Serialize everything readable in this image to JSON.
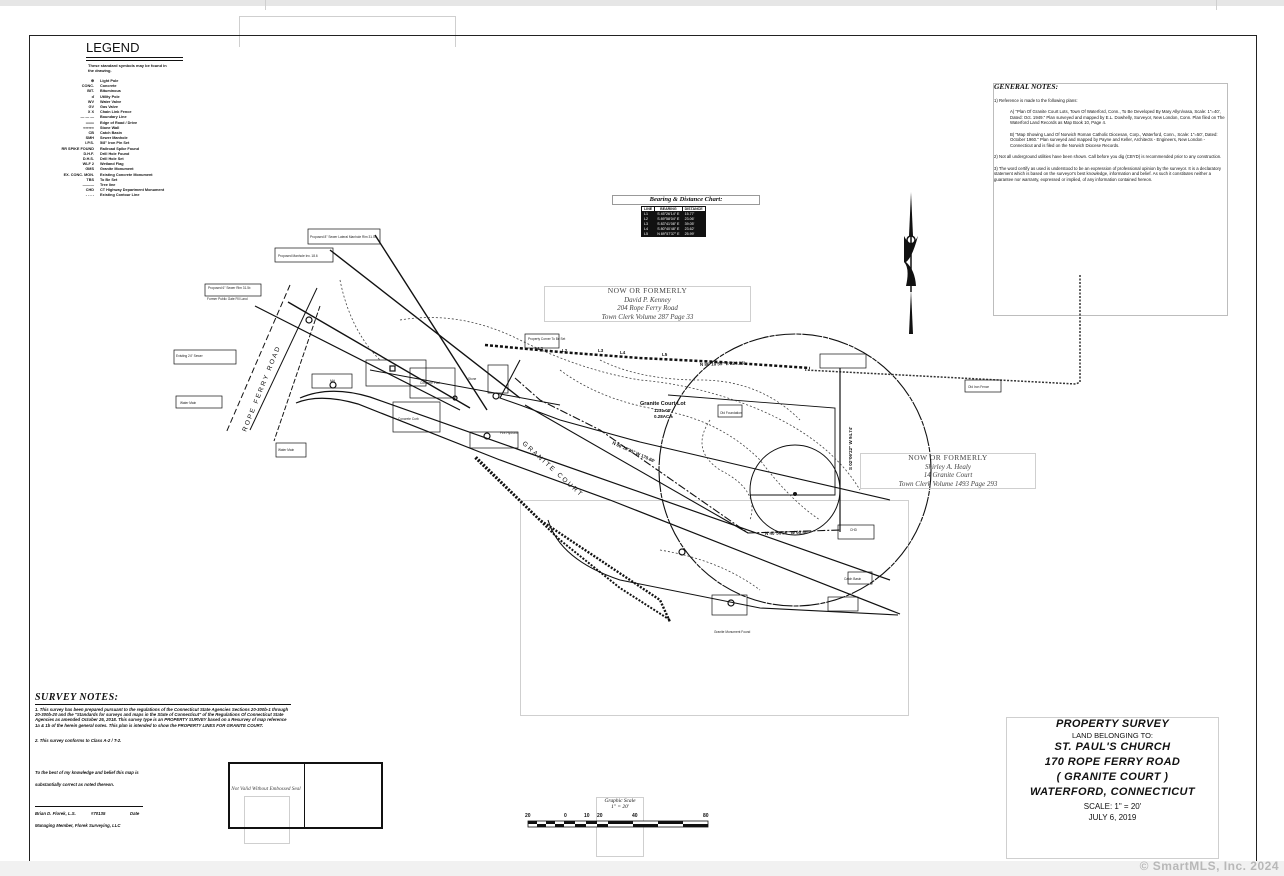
{
  "legend": {
    "title": "LEGEND",
    "intro": "These standard symbols may be found in the drawing.",
    "items": [
      {
        "symbol": "⊕",
        "label": "Light Pole"
      },
      {
        "symbol": "CONC.",
        "label": "Concrete"
      },
      {
        "symbol": "BIT.",
        "label": "Bituminous"
      },
      {
        "symbol": "ɗ",
        "label": "Utility Pole"
      },
      {
        "symbol": "WV",
        "label": "Water Valve"
      },
      {
        "symbol": "GV",
        "label": "Gas Valve"
      },
      {
        "symbol": "X X",
        "label": "Chain Link Fence"
      },
      {
        "symbol": "— — —",
        "label": "Boundary Line"
      },
      {
        "symbol": "═══",
        "label": "Edge of Road / Drive"
      },
      {
        "symbol": "∞∞∞∞",
        "label": "Stone Wall"
      },
      {
        "symbol": "CB",
        "label": "Catch Basin"
      },
      {
        "symbol": "SMH",
        "label": "Sewer Manhole"
      },
      {
        "symbol": "I.P.S.",
        "label": "5/8\" Iron Pin Set"
      },
      {
        "symbol": "RR SPIKE FOUND",
        "label": "Railroad Spike Found"
      },
      {
        "symbol": "D.H.F.",
        "label": "Drill Hole Found"
      },
      {
        "symbol": "D.H.S.",
        "label": "Drill Hole Set"
      },
      {
        "symbol": "WLF 2",
        "label": "Wetland Flag"
      },
      {
        "symbol": "GMS",
        "label": "Granite Monument"
      },
      {
        "symbol": "EX. CONC. MON.",
        "label": "Existing Concrete Monument"
      },
      {
        "symbol": "TBS",
        "label": "To Be Set"
      },
      {
        "symbol": "———",
        "label": "Tree line"
      },
      {
        "symbol": "CHD",
        "label": "CT Highway Department Monument"
      },
      {
        "symbol": "- - - -",
        "label": "Existing Contour Line"
      }
    ]
  },
  "general_notes": {
    "title": "GENERAL NOTES:",
    "note1": "1)  Reference is made to the following plans:",
    "note1a": "A)   \"Plan Of Granite Court Lots, Town Of Waterford, Conn., To Be Developed By Mary Allyn/vasa, Scale: 1\"=40', Dated: Oct. 1949.\" Plan surveyed and mapped by E.L. Dowhelly, Surveyor, New London, Conn. Plan filed on The Waterford Land Records as Map Book 10, Page 4.",
    "note1b": "B)   \"Map Showing Land Of Norwich Roman Catholic Diocesan, Corp., Waterford, Conn., Scale: 1\"=50', Dated: October 1960.\" Plan surveyed and mapped by Payne and Keller, Architects - Engineers, New London - Connecticut and is filed on the Norwich Diocese Records.",
    "note2": "2)  Not all underground utilities have been shown. Call before you dig (CBYD) is recommended prior to any construction.",
    "note3": "3)  The word certify as used is understood to be an expression of professional opinion by the surveyor. It is a declaratory statement which is based on the surveyor's best knowledge, information and belief. As such it constitutes neither a guarantee nor warranty, expressed or implied, of any information contained hereon."
  },
  "bearing_chart": {
    "title": "Bearing & Distance Chart:",
    "headers": [
      "LINE",
      "BEARING",
      "DISTANCE"
    ],
    "rows": [
      [
        "L1",
        "S 45°26'14\" E",
        "15.77'"
      ],
      [
        "L2",
        "S 89°58'04\" E",
        "23.06'"
      ],
      [
        "L3",
        "S 83°41'08\" E",
        "39.05'"
      ],
      [
        "L4",
        "S 80°40'48\" E",
        "23.62'"
      ],
      [
        "L5",
        "N 89°57'37\" E",
        "25.99'"
      ]
    ]
  },
  "owners": [
    {
      "label": "NOW OR FORMERLY",
      "name": "David P. Kenney",
      "address": "204 Rope Ferry Road",
      "ref": "Town Clerk Volume 287 Page 33"
    },
    {
      "label": "NOW OR FORMERLY",
      "name": "Shirley A. Healy",
      "address": "14 Granite Court",
      "ref": "Town Clerk Volume 1493 Page 293"
    }
  ],
  "map_labels": {
    "road1": "ROPE FERRY ROAD",
    "road2": "GRANITE COURT",
    "lot_name": "Granite Court Lot",
    "lot_area": "1231.00'",
    "lot_acres": "0.28AC ±",
    "bearing_a": "N 86°10'55\" E 224.23'",
    "bearing_b": "N 86°10'30\" W 170.66'",
    "bearing_c": "N 40°56'26\" W 60.80'",
    "bearing_d": "S 02°06'22\" W 94.74'",
    "l_marks": [
      "L1",
      "L2",
      "L3",
      "L4",
      "L5"
    ],
    "callouts": [
      "Proposed 8\" Sewer Lateral Manhole Rim 31.5±",
      "Proposed Manhole Inv. 18.6",
      "Proposed 6\" Sewer Rim 31.5±",
      "Former Public Gate Fill Land",
      "Existing 24\" Sewer",
      "Water Main",
      "Stone",
      "Concrete Pad",
      "Concrete Curb",
      "Property Corner To Be Set",
      "Old Iron Fence",
      "Old Foundation",
      "Catch Basin",
      "Granite Monument Found",
      "Water Main",
      "Fire Hydrant",
      "MH",
      "CHD"
    ]
  },
  "survey_notes": {
    "title": "SURVEY NOTES:",
    "n1": "1.  This survey has been prepared pursuant to the regulations of the Connecticut State Agencies Sections 20-300b-1 through 20-300b-20 and the \"Standards for surveys and maps in the State of Connecticut\" of the Regulations Of Connecticut State Agencies as amended October 26, 2018. This survey type is an PROPERTY SURVEY based on a  Resurvey of map reference 1a & 1b of the herein general notes. This plan is intended to show the PROPERTY LINES FOR GRANITE COURT.",
    "n2": "2.  This survey conforms to Class A-2 / T-2."
  },
  "certification": {
    "line1": "To the best of my knowledge and belief this map is",
    "line2": "substantially correct as noted thereon.",
    "name": "Brian D. Florek, L.S.",
    "license": "#70135",
    "date_label": "Date",
    "company": "Managing Member, Florek Surveying, LLC"
  },
  "seal": {
    "text": "Not Valid Without Embossed Seal"
  },
  "title_block": {
    "title": "PROPERTY SURVEY",
    "sub": "LAND  BELONGING  TO:",
    "l1": "ST. PAUL'S CHURCH",
    "l2": "170 ROPE FERRY ROAD",
    "l3": "( GRANITE COURT )",
    "l4": "WATERFORD, CONNECTICUT",
    "scale": "SCALE:   1\"  =  20'",
    "date": "JULY   6,   2019"
  },
  "graphic_scale": {
    "title": "Graphic Scale",
    "ratio": "1\" = 20'",
    "ticks": [
      "20",
      "0",
      "10",
      "20",
      "40",
      "80"
    ]
  },
  "copyright": "© SmartMLS, Inc. 2024"
}
